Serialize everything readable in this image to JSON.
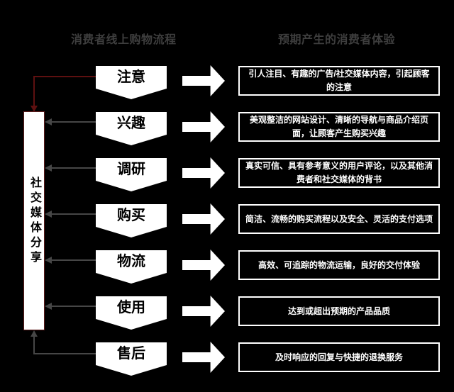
{
  "headers": {
    "left": "消费者线上购物流程",
    "right": "预期产生的消费者体验"
  },
  "sidebar": {
    "label": "社交媒体分享"
  },
  "flow": {
    "steps": [
      {
        "label": "注意",
        "description": "引人注目、有趣的广告/社交媒体内容，引起顾客的注意"
      },
      {
        "label": "兴趣",
        "description": "美观整洁的网站设计、清晰的导航与商品介绍页面，让顾客产生购买兴趣"
      },
      {
        "label": "调研",
        "description": "真实可信、具有参考意义的用户评论，以及其他消费者和社交媒体的背书"
      },
      {
        "label": "购买",
        "description": "简洁、流畅的购买流程以及安全、灵活的支付选项"
      },
      {
        "label": "物流",
        "description": "高效、可追踪的物流运输，良好的交付体验"
      },
      {
        "label": "使用",
        "description": "达到或超出预期的产品品质"
      },
      {
        "label": "售后",
        "description": "及时响应的回复与快捷的退换服务"
      }
    ]
  },
  "colors": {
    "background": "#000000",
    "header_text": "#3e3e3e",
    "shape_fill": "#ffffff",
    "shape_text": "#000000",
    "desc_border": "#ffffff",
    "desc_text": "#ffffff",
    "feedback_arrow": "#464646",
    "attention_arrow": "#5e1010",
    "sidebar_border": "#5e1c1c"
  }
}
